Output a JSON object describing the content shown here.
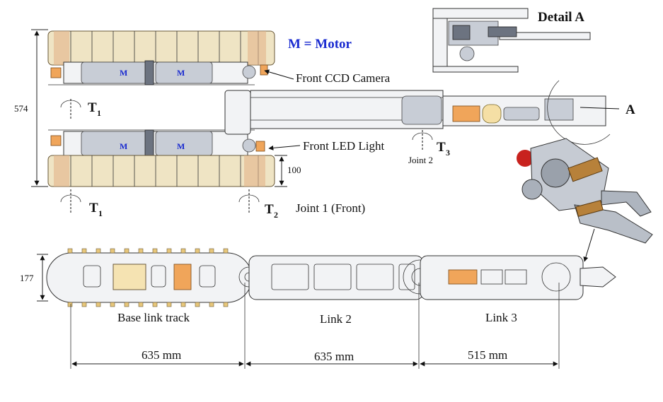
{
  "title_motor": "M = Motor",
  "detail_title": "Detail A",
  "detail_marker": "A",
  "motor_letter": "M",
  "callouts": {
    "front_ccd": "Front CCD Camera",
    "front_led": "Front LED Light",
    "joint1": "Joint 1 (Front)",
    "joint2": "Joint 2"
  },
  "torques": {
    "t1": "T",
    "t1_sub": "1",
    "t2": "T",
    "t2_sub": "2",
    "t3": "T",
    "t3_sub": "3"
  },
  "dimensions": {
    "height_total": "574",
    "track_height": "100",
    "link_height": "177",
    "base_length": "635 mm",
    "link2_length": "635 mm",
    "link3_length": "515 mm"
  },
  "links": {
    "base": "Base link track",
    "link2": "Link 2",
    "link3": "Link 3"
  },
  "colors": {
    "motor_text": "#1a2bd0",
    "track": "#efe4c4",
    "accent_orange": "#f0a55a"
  }
}
